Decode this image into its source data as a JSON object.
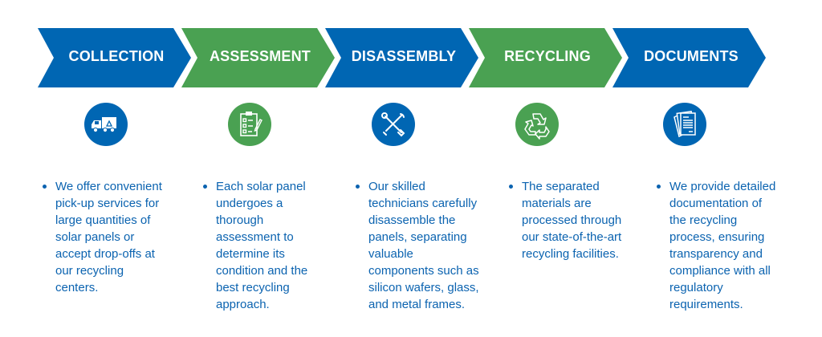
{
  "colors": {
    "blue": "#0066b3",
    "green": "#4aa152",
    "text": "#0b63b0"
  },
  "steps": [
    {
      "title": "COLLECTION",
      "icon": "recycling-truck-icon",
      "color": "blue",
      "lines": [
        "We offer convenient",
        "pick-up services for",
        "large quantities of",
        "solar panels or",
        "accept drop-offs at",
        "our recycling",
        "centers."
      ]
    },
    {
      "title": "ASSESSMENT",
      "icon": "clipboard-checklist-icon",
      "color": "green",
      "lines": [
        "Each solar panel",
        "undergoes a",
        "thorough",
        "assessment to",
        "determine its",
        "condition and the",
        "best recycling",
        "approach."
      ]
    },
    {
      "title": "DISASSEMBLY",
      "icon": "wrench-screwdriver-icon",
      "color": "blue",
      "lines": [
        "Our skilled",
        "technicians carefully",
        "disassemble the",
        "panels, separating",
        "valuable",
        "components such as",
        "silicon wafers, glass,",
        "and metal frames."
      ]
    },
    {
      "title": "RECYCLING",
      "icon": "recycle-icon",
      "color": "green",
      "lines": [
        "The separated",
        "materials are",
        "processed through",
        "our state-of-the-art",
        "recycling facilities."
      ]
    },
    {
      "title": "DOCUMENTS",
      "icon": "documents-icon",
      "color": "blue",
      "lines": [
        "We provide detailed",
        "documentation of",
        "the recycling",
        "process, ensuring",
        "transparency and",
        "compliance with all",
        "regulatory",
        "requirements."
      ]
    }
  ]
}
